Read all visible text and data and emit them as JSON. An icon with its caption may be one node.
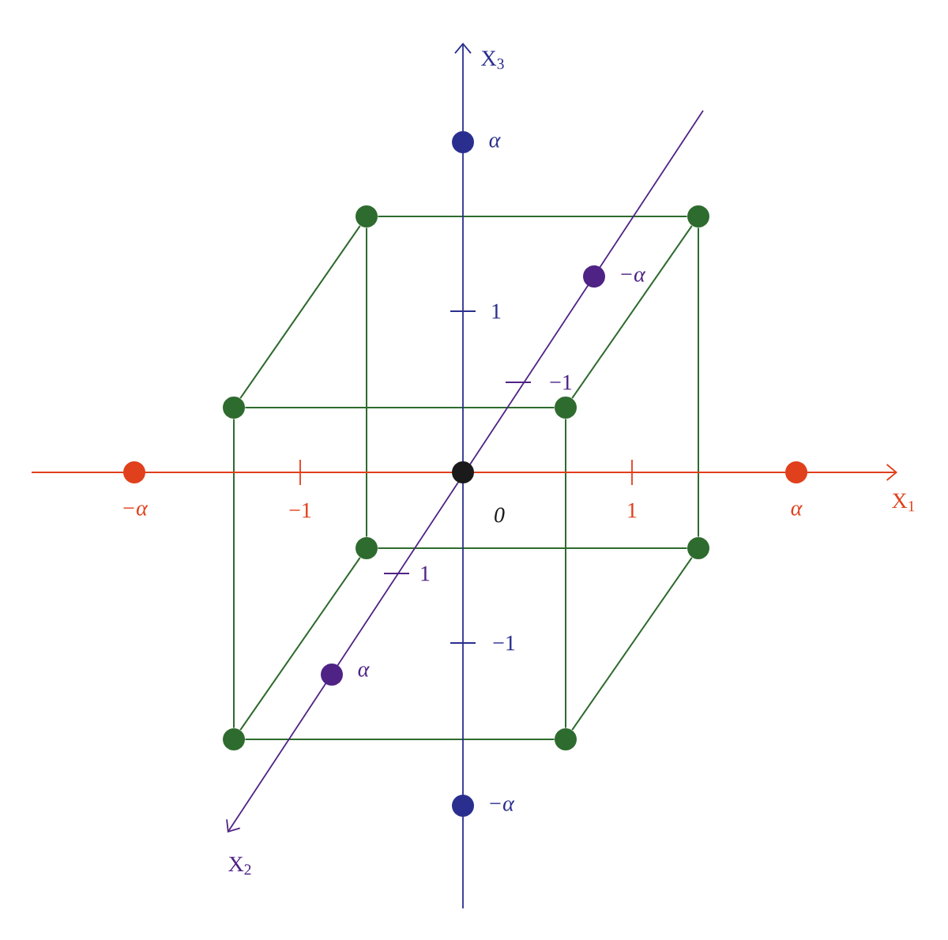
{
  "diagram": {
    "nodes": [
      {
        "text": [],
        "shape": "circle"
      },
      {
        "text": [],
        "shape": "circle"
      },
      {
        "text": [],
        "shape": "circle"
      },
      {
        "text": [],
        "shape": "circle"
      },
      {
        "text": [],
        "shape": "circle"
      },
      {
        "text": [],
        "shape": "circle"
      },
      {
        "text": [],
        "shape": "circle"
      },
      {
        "text": [],
        "shape": "circle"
      },
      {
        "text": [],
        "shape": "circle",
        "beside": [
          "0"
        ]
      },
      {
        "text": [],
        "shape": "circle",
        "beside": [
          "−α"
        ]
      },
      {
        "text": [],
        "shape": "circle",
        "beside": [
          "α"
        ]
      },
      {
        "text": [],
        "shape": "circle",
        "beside": [
          "α"
        ]
      },
      {
        "text": [],
        "shape": "circle",
        "beside": [
          "−α"
        ]
      },
      {
        "text": [],
        "shape": "circle",
        "beside": [
          "−α"
        ]
      },
      {
        "text": [],
        "shape": "circle",
        "beside": [
          "α"
        ]
      }
    ],
    "edges": [
      {
        "from": 0,
        "to": 1,
        "arrow": "none"
      },
      {
        "from": 2,
        "to": 3,
        "arrow": "none"
      },
      {
        "from": 0,
        "to": 2,
        "arrow": "none"
      },
      {
        "from": 1,
        "to": 3,
        "arrow": "none"
      },
      {
        "from": 4,
        "to": 5,
        "arrow": "none"
      },
      {
        "from": 6,
        "to": 7,
        "arrow": "none"
      },
      {
        "from": 4,
        "to": 6,
        "arrow": "none"
      },
      {
        "from": 5,
        "to": 7,
        "arrow": "none"
      },
      {
        "from": 0,
        "to": 4,
        "arrow": "none"
      },
      {
        "from": 1,
        "to": 5,
        "arrow": "none"
      },
      {
        "from": 2,
        "to": 6,
        "arrow": "none"
      },
      {
        "from": 3,
        "to": 7,
        "arrow": "none"
      }
    ],
    "labels": [
      "X$_{3}$",
      "1",
      "−1",
      "−1",
      "1",
      "X$_{1}$",
      "1",
      "−1",
      "X$_{2}$"
    ]
  }
}
